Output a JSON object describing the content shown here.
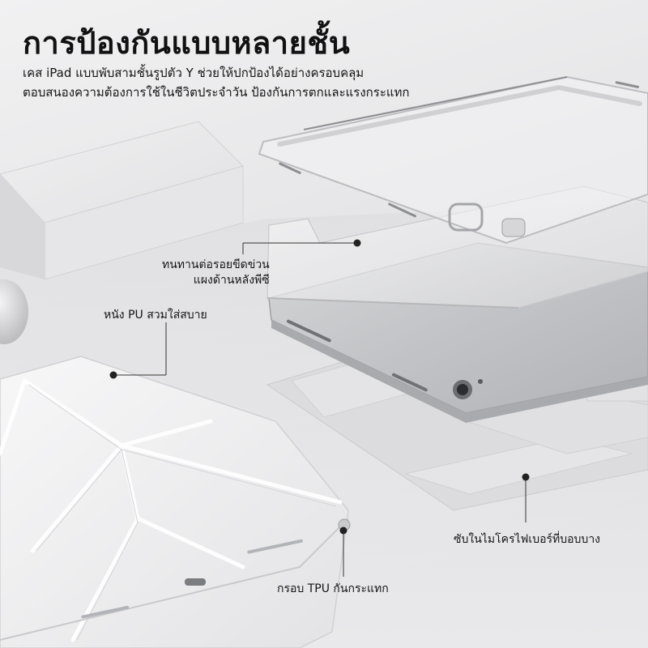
{
  "title": "การป้องกันแบบหลายชั้น",
  "subtitle": {
    "line1": "เคส iPad แบบพับสามชั้นรูปตัว Y ช่วยให้ปกป้องได้อย่างครอบคลุม",
    "line2": "ตอบสนองความต้องการใช้ในชีวิตประจำวัน ป้องกันการตกและแรงกระแทก"
  },
  "callouts": {
    "back_panel": {
      "line1": "ทนทานต่อรอยขีดข่วน",
      "line2": "แผงด้านหลังพีซี"
    },
    "pu_leather": "หนัง PU สวมใส่สบาย",
    "microfiber": "ซับในไมโครไฟเบอร์ที่บอบบาง",
    "tpu_frame": "กรอบ TPU กันกระแทก"
  },
  "colors": {
    "background": "#e9e9ea",
    "text": "#111111",
    "cover": "#f2f2f3",
    "tablet": "#c4c5c7"
  }
}
